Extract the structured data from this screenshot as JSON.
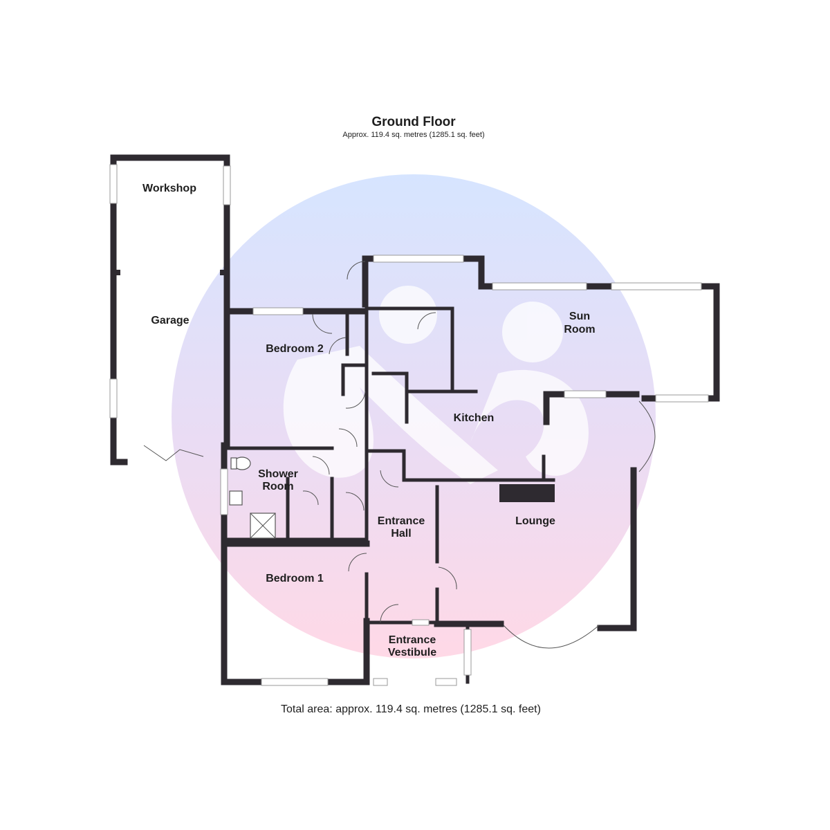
{
  "header": {
    "title": "Ground Floor",
    "subtitle": "Approx. 119.4 sq. metres (1285.1 sq. feet)"
  },
  "footer": {
    "total": "Total area: approx. 119.4 sq. metres (1285.1 sq. feet)"
  },
  "rooms": {
    "workshop": "Workshop",
    "garage": "Garage",
    "bedroom2": "Bedroom 2",
    "sunroom_1": "Sun",
    "sunroom_2": "Room",
    "kitchen": "Kitchen",
    "shower_1": "Shower",
    "shower_2": "Room",
    "lounge": "Lounge",
    "hall_1": "Entrance",
    "hall_2": "Hall",
    "bedroom1": "Bedroom 1",
    "vestibule_1": "Entrance",
    "vestibule_2": "Vestibule"
  },
  "colors": {
    "wall": "#2e2a30",
    "watermark_top": "#c9dcff",
    "watermark_bottom": "#ffc9dc"
  }
}
